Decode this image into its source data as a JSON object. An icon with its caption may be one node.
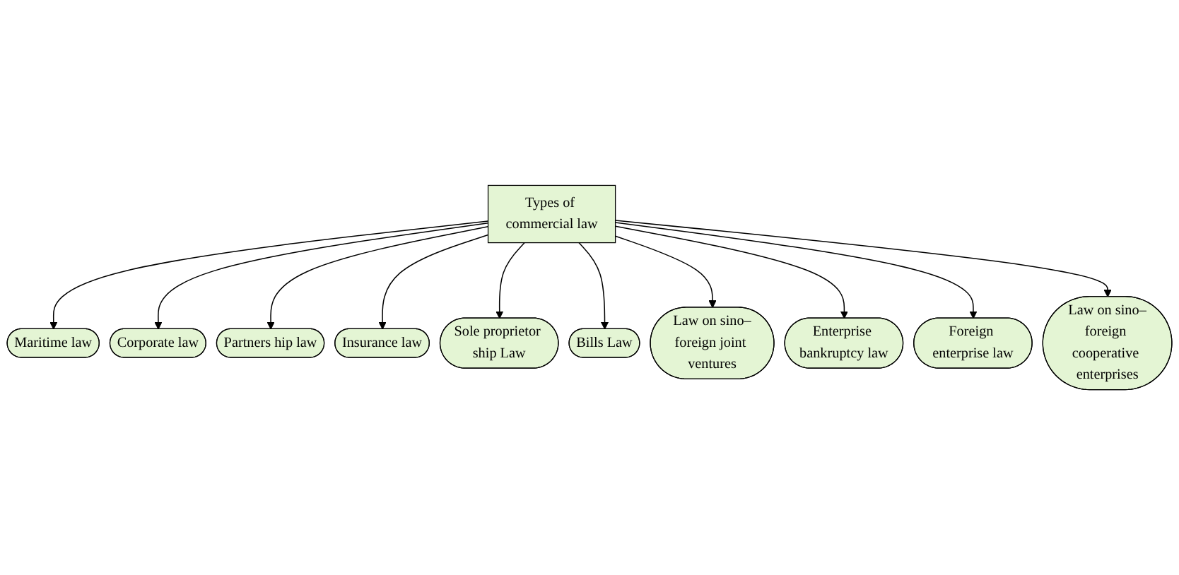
{
  "diagram": {
    "nodes": [
      {
        "text": [
          "Maritime law"
        ]
      },
      {
        "text": [
          "Corporate law"
        ]
      },
      {
        "text": [
          "Partners hip law"
        ]
      },
      {
        "text": [
          "Insurance law"
        ]
      },
      {
        "text": [
          "Sole proprietor ship Law"
        ]
      },
      {
        "text": [
          "Types of commercial law"
        ]
      },
      {
        "text": [
          "Bills Law"
        ]
      },
      {
        "text": [
          "Law on sino–foreign joint ventures"
        ]
      },
      {
        "text": [
          "Enterprise bankruptcy law"
        ]
      },
      {
        "text": [
          "Foreign enterprise law"
        ]
      },
      {
        "text": [
          "Law on sino–foreign cooperative enterprises"
        ]
      }
    ],
    "edges": [
      {
        "from": 5,
        "to": 0,
        "arrow": "to"
      },
      {
        "from": 5,
        "to": 1,
        "arrow": "to"
      },
      {
        "from": 5,
        "to": 2,
        "arrow": "to"
      },
      {
        "from": 5,
        "to": 3,
        "arrow": "to"
      },
      {
        "from": 5,
        "to": 4,
        "arrow": "to"
      },
      {
        "from": 5,
        "to": 6,
        "arrow": "to"
      },
      {
        "from": 5,
        "to": 7,
        "arrow": "to"
      },
      {
        "from": 5,
        "to": 8,
        "arrow": "to"
      },
      {
        "from": 5,
        "to": 9,
        "arrow": "to"
      },
      {
        "from": 5,
        "to": 10,
        "arrow": "to"
      }
    ]
  }
}
